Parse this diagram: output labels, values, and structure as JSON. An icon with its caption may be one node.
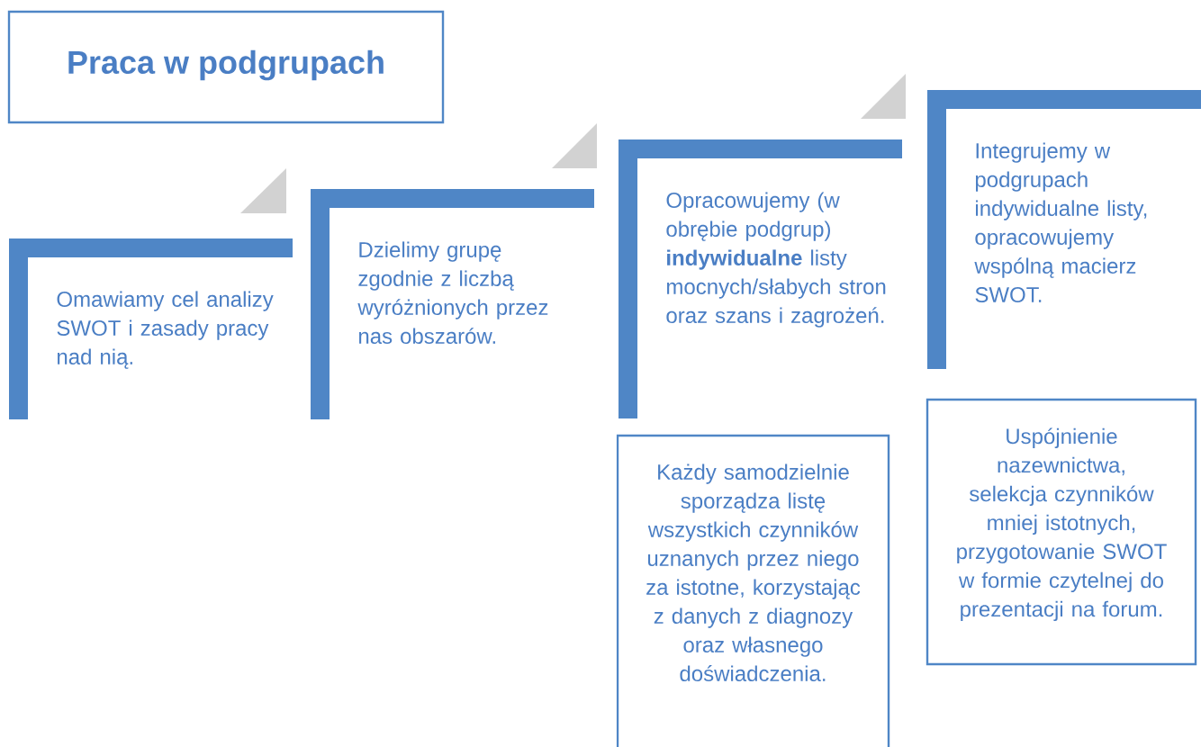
{
  "diagram": {
    "nodes": [
      {
        "text": [
          "Praca w podgrupach"
        ]
      },
      {
        "text": [
          "Omawiamy cel analizy SWOT i zasady pracy nad nią."
        ]
      },
      {
        "text": [
          "Dzielimy grupę zgodnie z liczbą wyróżnionych przez nas obszarów."
        ]
      },
      {
        "text": [
          "Opracowujemy (w obrębie podgrup) **indywidualne** listy mocnych/słabych stron oraz szans i zagrożeń."
        ]
      },
      {
        "text": [
          "Integrujemy w podgrupach indywidualne listy, opracowujemy wspólną macierz SWOT."
        ]
      },
      {
        "text": [
          "Każdy samodzielnie sporządza listę wszystkich czynników uznanych przez niego za istotne, korzystając z danych z diagnozy oraz własnego doświadczenia."
        ]
      },
      {
        "text": [
          "Uspójnienie nazewnictwa, selekcja czynników mniej istotnych, przygotowanie SWOT w formie czytelnej do prezentacji na forum."
        ]
      }
    ]
  }
}
